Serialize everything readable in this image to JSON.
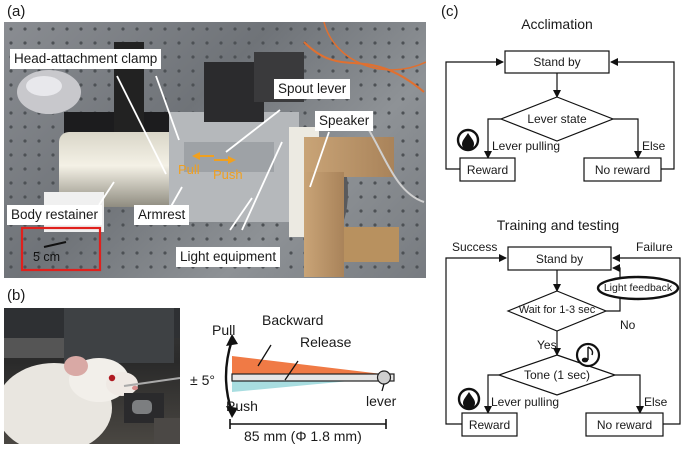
{
  "panels": {
    "a": "(a)",
    "b": "(b)",
    "c": "(c)"
  },
  "photo_a": {
    "labels": {
      "clamp": "Head-attachment clamp",
      "spout": "Spout lever",
      "speaker": "Speaker",
      "body": "Body restainer",
      "armrest": "Armrest",
      "light": "Light equipment",
      "scale": "5 cm",
      "pull": "Pull",
      "push": "Push"
    },
    "colors": {
      "arrow": "#f0a020",
      "scale_box": "#e0201c"
    }
  },
  "lever_diagram": {
    "pull": "Pull",
    "push": "Push",
    "backward": "Backward",
    "release": "Release",
    "angle": "± 5°",
    "lever": "lever",
    "length": "85 mm (Φ 1.8 mm)",
    "colors": {
      "backward": "#f07a45",
      "release": "#a8dde0"
    }
  },
  "acclimation": {
    "title": "Acclimation",
    "standby": "Stand by",
    "decision": "Lever state",
    "yes_branch": "Lever pulling",
    "else_branch": "Else",
    "reward": "Reward",
    "no_reward": "No reward"
  },
  "training": {
    "title": "Training and testing",
    "success": "Success",
    "failure": "Failure",
    "standby": "Stand by",
    "light_feedback": "Light feedback",
    "wait": "Wait for 1-3 sec",
    "no": "No",
    "yes": "Yes",
    "tone": "Tone (1 sec)",
    "yes_branch": "Lever pulling",
    "else_branch": "Else",
    "reward": "Reward",
    "no_reward": "No reward"
  }
}
